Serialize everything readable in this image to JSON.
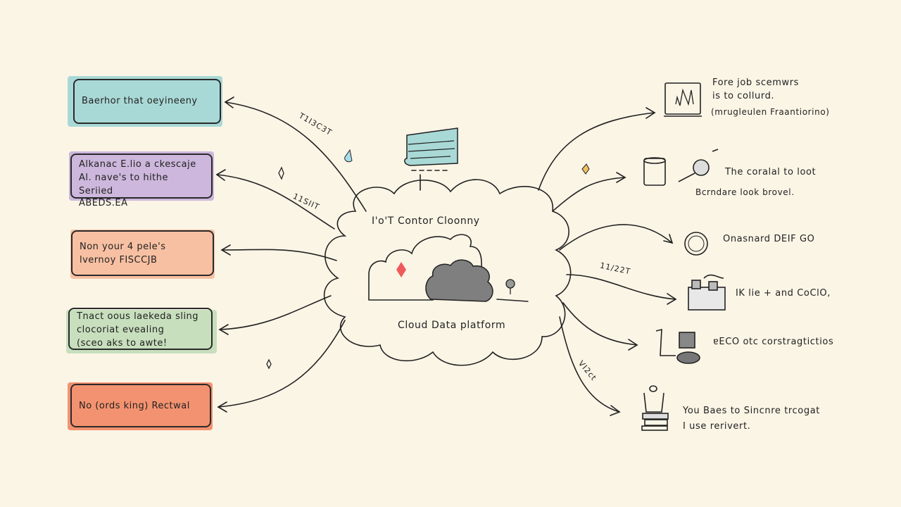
{
  "colors": {
    "background": "#fbf5e6",
    "teal": "#a9d9d6",
    "purple": "#cdb7dc",
    "salmon": "#f7c0a2",
    "green": "#c7dfbd",
    "orange": "#f39270",
    "red_diamond": "#ef5a5a",
    "gray_cloud": "#7f7f7f"
  },
  "center": {
    "title": "I'o'T Contor Cloonny",
    "subtitle": "Cloud Data platform"
  },
  "left_boxes": [
    {
      "lines": [
        "Baerhor that oeyineeny"
      ]
    },
    {
      "lines": [
        "Alkanac E.lio a ckescaje",
        "Al. nave's to hithe Seriied",
        "ABEDS.EA"
      ]
    },
    {
      "lines": [
        "Non your 4 pele's",
        "lvernoy FISCCJB"
      ]
    },
    {
      "lines": [
        "Tnact oous laekeda sling",
        "clocoriat evealing",
        "(sceo aks to awte!"
      ]
    },
    {
      "lines": [
        "No (ords king) Rectwal"
      ]
    }
  ],
  "arrow_labels": [
    "T1I3C3T",
    "11SIIT",
    "11/22T",
    "VI2ct"
  ],
  "right_items": [
    {
      "icon": "monitor-chart-icon",
      "lines": [
        "Fore job scemwrs",
        "is to collurd.",
        "(mrugleulen Fraantiorino)"
      ]
    },
    {
      "icon": "magnifier-icon",
      "lines": [
        "The coralal to loot",
        "Bcrndare look brovel."
      ]
    },
    {
      "icon": "globe-badge-icon",
      "lines": [
        "Onasnard DEIF GO"
      ]
    },
    {
      "icon": "sensor-tray-icon",
      "lines": [
        "IK lie + and CoClO,"
      ]
    },
    {
      "icon": "machine-icon",
      "lines": [
        "ɐECO otc corstragtictios"
      ]
    },
    {
      "icon": "stack-device-icon",
      "lines": [
        "You Baes to Sincnre trcogat",
        "I use rerivert."
      ]
    }
  ]
}
